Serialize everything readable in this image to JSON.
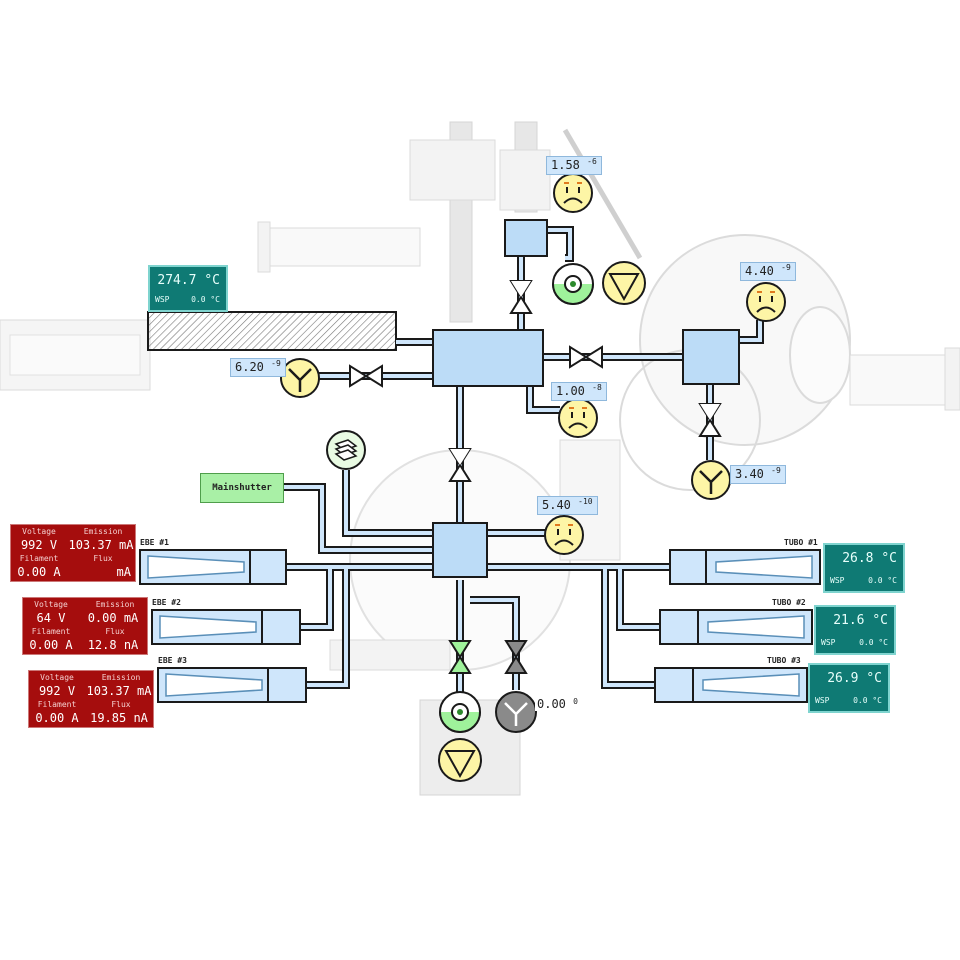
{
  "pressure_gauges": [
    {
      "mantissa": "1.58",
      "exponent": "-6"
    },
    {
      "mantissa": "4.40",
      "exponent": "-9"
    },
    {
      "mantissa": "6.20",
      "exponent": "-9"
    },
    {
      "mantissa": "1.00",
      "exponent": "-8"
    },
    {
      "mantissa": "3.40",
      "exponent": "-9"
    },
    {
      "mantissa": "5.40",
      "exponent": "-10"
    }
  ],
  "main_heater": {
    "temperature": "274.7 °C",
    "wsp_label": "WSP",
    "wsp_value": "0.0 °C"
  },
  "mainshutter_label": "Mainshutter",
  "ebe_sources": [
    {
      "label": "EBE #1",
      "voltage_header": "Voltage",
      "emission_header": "Emission",
      "filament_header": "Filament",
      "flux_header": "Flux",
      "voltage": "992 V",
      "emission": "103.37 mA",
      "filament": "0.00 A",
      "flux": "mA"
    },
    {
      "label": "EBE #2",
      "voltage_header": "Voltage",
      "emission_header": "Emission",
      "filament_header": "Filament",
      "flux_header": "Flux",
      "voltage": "64 V",
      "emission": "0.00 mA",
      "filament": "0.00 A",
      "flux": "12.8 nA"
    },
    {
      "label": "EBE #3",
      "voltage_header": "Voltage",
      "emission_header": "Emission",
      "filament_header": "Filament",
      "flux_header": "Flux",
      "voltage": "992 V",
      "emission": "103.37 mA",
      "filament": "0.00 A",
      "flux": "19.85 nA"
    }
  ],
  "tubo_sources": [
    {
      "label": "TUBO #1",
      "temperature": "26.8 °C",
      "wsp_label": "WSP",
      "wsp_value": "0.0 °C"
    },
    {
      "label": "TUBO #2",
      "temperature": "21.6 °C",
      "wsp_label": "WSP",
      "wsp_value": "0.0 °C"
    },
    {
      "label": "TUBO #3",
      "temperature": "26.9 °C",
      "wsp_label": "WSP",
      "wsp_value": "0.0 °C"
    }
  ],
  "forevacuum_gauge": {
    "mantissa": "0.00",
    "exponent": "0"
  },
  "colors": {
    "pipe_fill": "#cfe6fb",
    "pipe_stroke": "#1a1a1a",
    "chamber_fill": "#bcdcf7",
    "gauge_yellow": "#fdf5a6",
    "valve_open_green": "#9ff29b",
    "valve_closed_gray": "#8a8a8a",
    "heater_teal": "#0f7a74",
    "ebe_red": "#a50d0d",
    "mainshutter_green": "#a9f0a6"
  },
  "icons": {
    "ion_gauge": "sad-face-gauge-icon",
    "pirani_gauge": "y-gauge-icon",
    "turbo_pump": "turbo-pump-icon",
    "roughing_pump": "triangle-pump-icon",
    "valve": "bowtie-valve-icon",
    "sample_stack": "sample-stack-icon"
  }
}
